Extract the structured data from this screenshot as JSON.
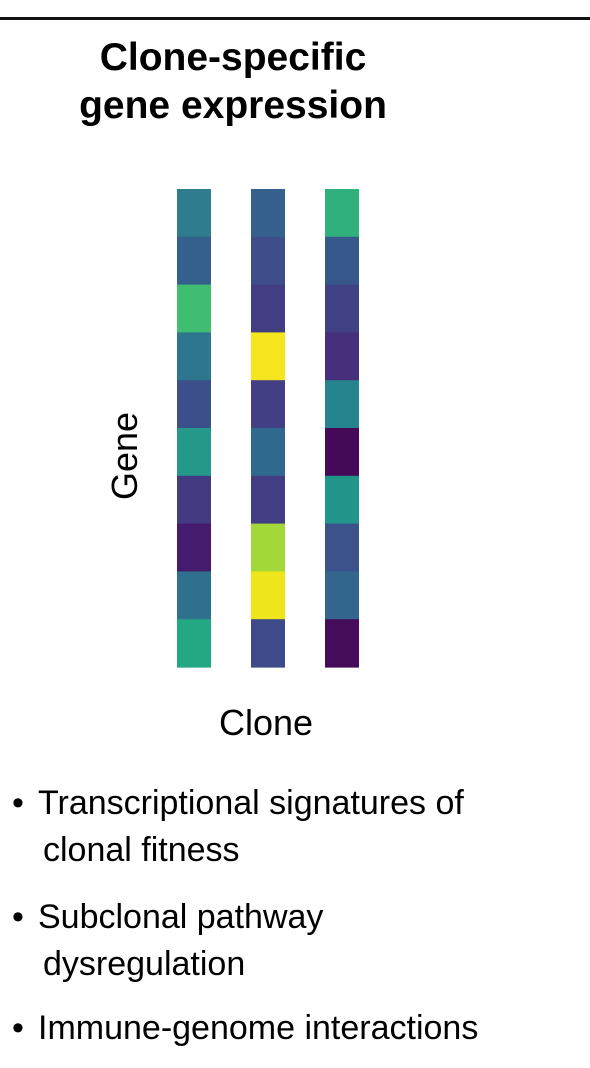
{
  "title": {
    "line1": "Clone-specific",
    "line2": "gene expression"
  },
  "heatmap": {
    "y_axis_label": "Gene",
    "x_axis_label": "Clone",
    "colormap": "viridis",
    "columns": [
      {
        "cells": [
          "#2e7c8e",
          "#35608d",
          "#41bd72",
          "#2e768e",
          "#3c4f8a",
          "#24998a",
          "#433a82",
          "#451c6d",
          "#2f708e",
          "#24a884"
        ]
      },
      {
        "cells": [
          "#355f8d",
          "#3d4e8a",
          "#433d84",
          "#f5e61f",
          "#423f85",
          "#30698e",
          "#433d84",
          "#a3d839",
          "#efe51c",
          "#3e4a89"
        ]
      },
      {
        "cells": [
          "#30b07c",
          "#38588c",
          "#414286",
          "#462f7c",
          "#26848e",
          "#440a57",
          "#21958a",
          "#3b528b",
          "#33668d",
          "#440c59"
        ]
      }
    ]
  },
  "bullets": [
    {
      "symbol": "•",
      "lines": [
        "Transcriptional signatures of",
        "clonal fitness"
      ]
    },
    {
      "symbol": "•",
      "lines": [
        "Subclonal pathway",
        "dysregulation"
      ]
    },
    {
      "symbol": "•",
      "lines": [
        "Immune-genome interactions"
      ]
    }
  ]
}
